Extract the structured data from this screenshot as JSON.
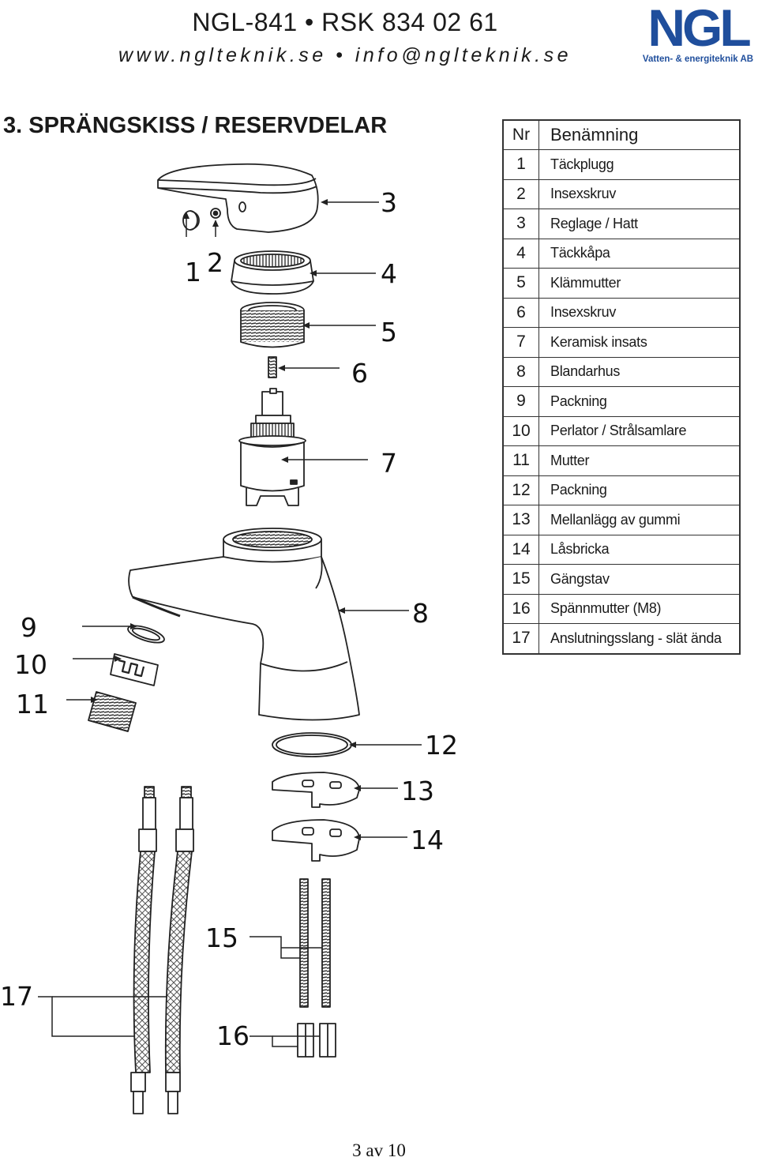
{
  "header": {
    "title": "NGL-841 • RSK 834 02 61",
    "subtitle": "www.nglteknik.se • info@nglteknik.se"
  },
  "logo": {
    "mark": "NGL",
    "tagline": "Vatten- & energiteknik AB",
    "color": "#1f4e9c"
  },
  "section_title": "3. SPRÄNGSKISS / RESERVDELAR",
  "table": {
    "col_nr": "Nr",
    "col_name": "Benämning",
    "rows": [
      {
        "nr": "1",
        "name": "Täckplugg"
      },
      {
        "nr": "2",
        "name": "Insexskruv"
      },
      {
        "nr": "3",
        "name": "Reglage / Hatt"
      },
      {
        "nr": "4",
        "name": "Täckkåpa"
      },
      {
        "nr": "5",
        "name": "Klämmutter"
      },
      {
        "nr": "6",
        "name": "Insexskruv"
      },
      {
        "nr": "7",
        "name": "Keramisk insats"
      },
      {
        "nr": "8",
        "name": "Blandarhus"
      },
      {
        "nr": "9",
        "name": "Packning"
      },
      {
        "nr": "10",
        "name": "Perlator / Strålsamlare"
      },
      {
        "nr": "11",
        "name": "Mutter"
      },
      {
        "nr": "12",
        "name": "Packning"
      },
      {
        "nr": "13",
        "name": "Mellanlägg av gummi"
      },
      {
        "nr": "14",
        "name": "Låsbricka"
      },
      {
        "nr": "15",
        "name": "Gängstav"
      },
      {
        "nr": "16",
        "name": "Spännmutter (M8)"
      },
      {
        "nr": "17",
        "name": "Anslutningsslang - slät ända"
      }
    ]
  },
  "callouts": {
    "c1": "1",
    "c2": "2",
    "c3": "3",
    "c4": "4",
    "c5": "5",
    "c6": "6",
    "c7": "7",
    "c8": "8",
    "c9": "9",
    "c10": "10",
    "c11": "11",
    "c12": "12",
    "c13": "13",
    "c14": "14",
    "c15": "15",
    "c16": "16",
    "c17": "17"
  },
  "footer": {
    "page": "3 av 10"
  }
}
